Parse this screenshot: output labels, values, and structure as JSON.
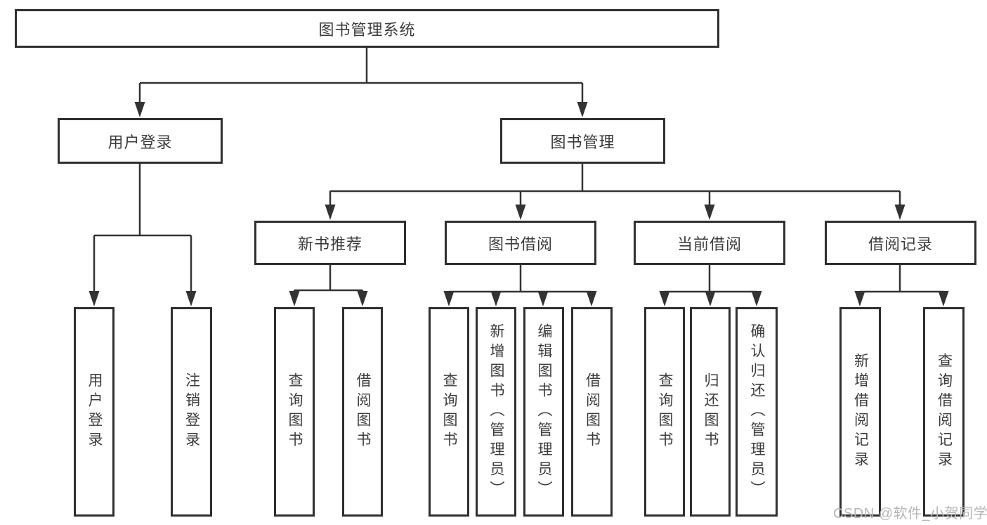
{
  "tree": {
    "root": {
      "label": "图书管理系统"
    },
    "branches": [
      {
        "label": "用户登录",
        "children": [
          {
            "label": "用户登录"
          },
          {
            "label": "注销登录"
          }
        ]
      },
      {
        "label": "图书管理",
        "children": [
          {
            "label": "新书推荐",
            "children": [
              {
                "label": "查询图书"
              },
              {
                "label": "借阅图书"
              }
            ]
          },
          {
            "label": "图书借阅",
            "children": [
              {
                "label": "查询图书"
              },
              {
                "label": "新增图书（管理员）"
              },
              {
                "label": "编辑图书（管理员）"
              },
              {
                "label": "借阅图书"
              }
            ]
          },
          {
            "label": "当前借阅",
            "children": [
              {
                "label": "查询图书"
              },
              {
                "label": "归还图书"
              },
              {
                "label": "确认归还（管理员）"
              }
            ]
          },
          {
            "label": "借阅记录",
            "children": [
              {
                "label": "新增借阅记录"
              },
              {
                "label": "查询借阅记录"
              }
            ]
          }
        ]
      }
    ]
  },
  "watermark": "CSDN @软件_小贺同学",
  "colors": {
    "line": "#333333",
    "border": "#2f2f2f",
    "text": "#3c3c3c",
    "watermark": "#b6b6b6",
    "background": "#ffffff"
  }
}
